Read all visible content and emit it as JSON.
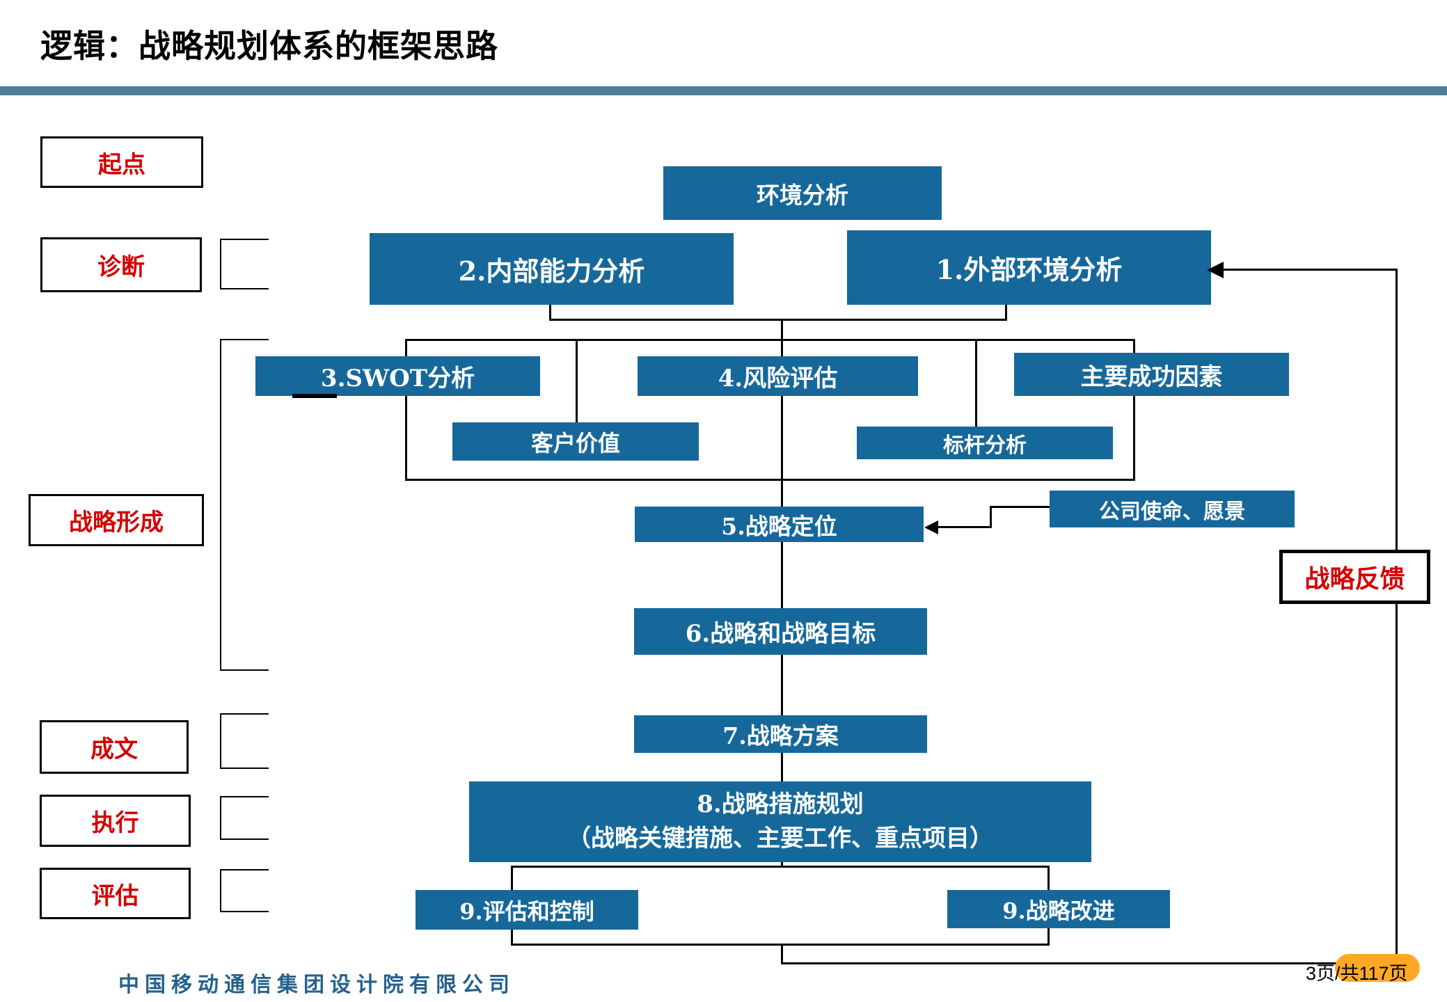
{
  "title": "逻辑：战略规划体系的框架思路",
  "colors": {
    "box_blue": "#16689B",
    "divider_bar": "#4E7E97",
    "stage_label_red": "#D40000",
    "highlight_orange": "#FFA826",
    "company_blue": "#24618E"
  },
  "stages": [
    {
      "label": "起点"
    },
    {
      "label": "诊断"
    },
    {
      "label": "战略形成"
    },
    {
      "label": "成文"
    },
    {
      "label": "执行"
    },
    {
      "label": "评估"
    }
  ],
  "boxes": {
    "environment": "环境分析",
    "internal": "2.内部能力分析",
    "external": "1.外部环境分析",
    "swot": "3.SWOT分析",
    "risk": "4.风险评估",
    "success_factors": "主要成功因素",
    "customer_value": "客户价值",
    "benchmark": "标杆分析",
    "positioning": "5.战略定位",
    "mission_vision": "公司使命、愿景",
    "goals": "6.战略和战略目标",
    "plan": "7.战略方案",
    "measures_line1": "8.战略措施规划",
    "measures_line2": "（战略关键措施、主要工作、重点项目）",
    "evaluation_control": "9.评估和控制",
    "improvement": "9.战略改进"
  },
  "feedback_label": "战略反馈",
  "footer": {
    "company": "中国移动通信集团设计院有限公司",
    "page": "3页/共117页"
  }
}
